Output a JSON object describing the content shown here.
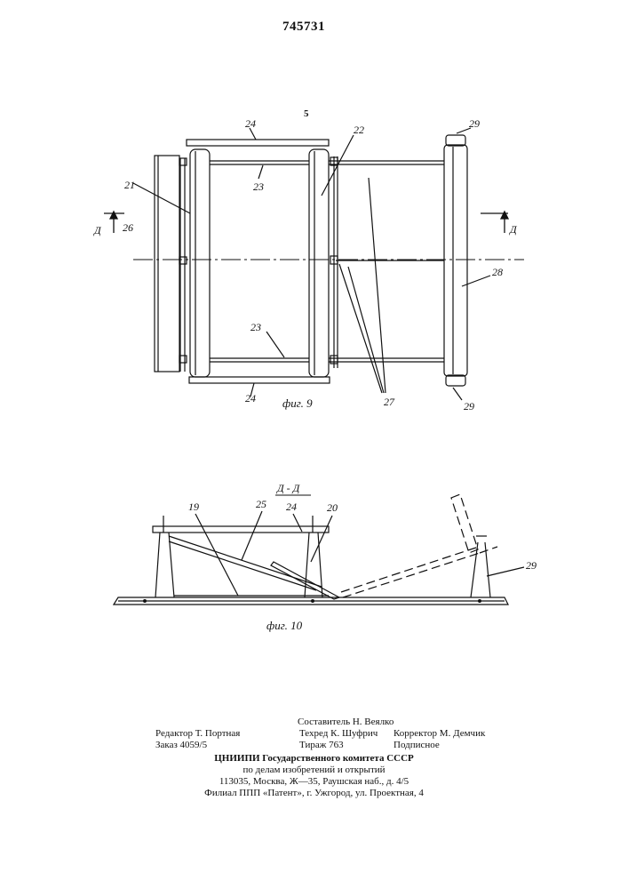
{
  "header": {
    "patent_number": "745731",
    "column_number": "5"
  },
  "figure9": {
    "caption": "фиг. 9",
    "labels": {
      "l24_top": "24",
      "l24_bottom": "24",
      "l22": "22",
      "l29_top": "29",
      "l29_bottom": "29",
      "l21": "21",
      "l23_top": "23",
      "l23_bottom": "23",
      "l26": "26",
      "l28": "28",
      "l27": "27",
      "section_left": "Д",
      "section_right": "Д"
    }
  },
  "figure10": {
    "caption": "фиг. 10",
    "section_title": "Д - Д",
    "labels": {
      "l19": "19",
      "l25": "25",
      "l24": "24",
      "l20": "20",
      "l29": "29"
    }
  },
  "imprint": {
    "compiler": "Составитель Н. Веялко",
    "editor": "Редактор Т. Портная",
    "techred": "Техред К. Шуфрич",
    "corrector": "Корректор М. Демчик",
    "order": "Заказ 4059/5",
    "circulation": "Тираж 763",
    "subscription": "Подписное",
    "org_line1": "ЦНИИПИ Государственного комитета СССР",
    "org_line2": "по делам изобретений и открытий",
    "org_address": "113035, Москва, Ж—35, Раушская наб., д. 4/5",
    "branch": "Филиал ППП «Патент», г. Ужгород, ул. Проектная, 4"
  }
}
